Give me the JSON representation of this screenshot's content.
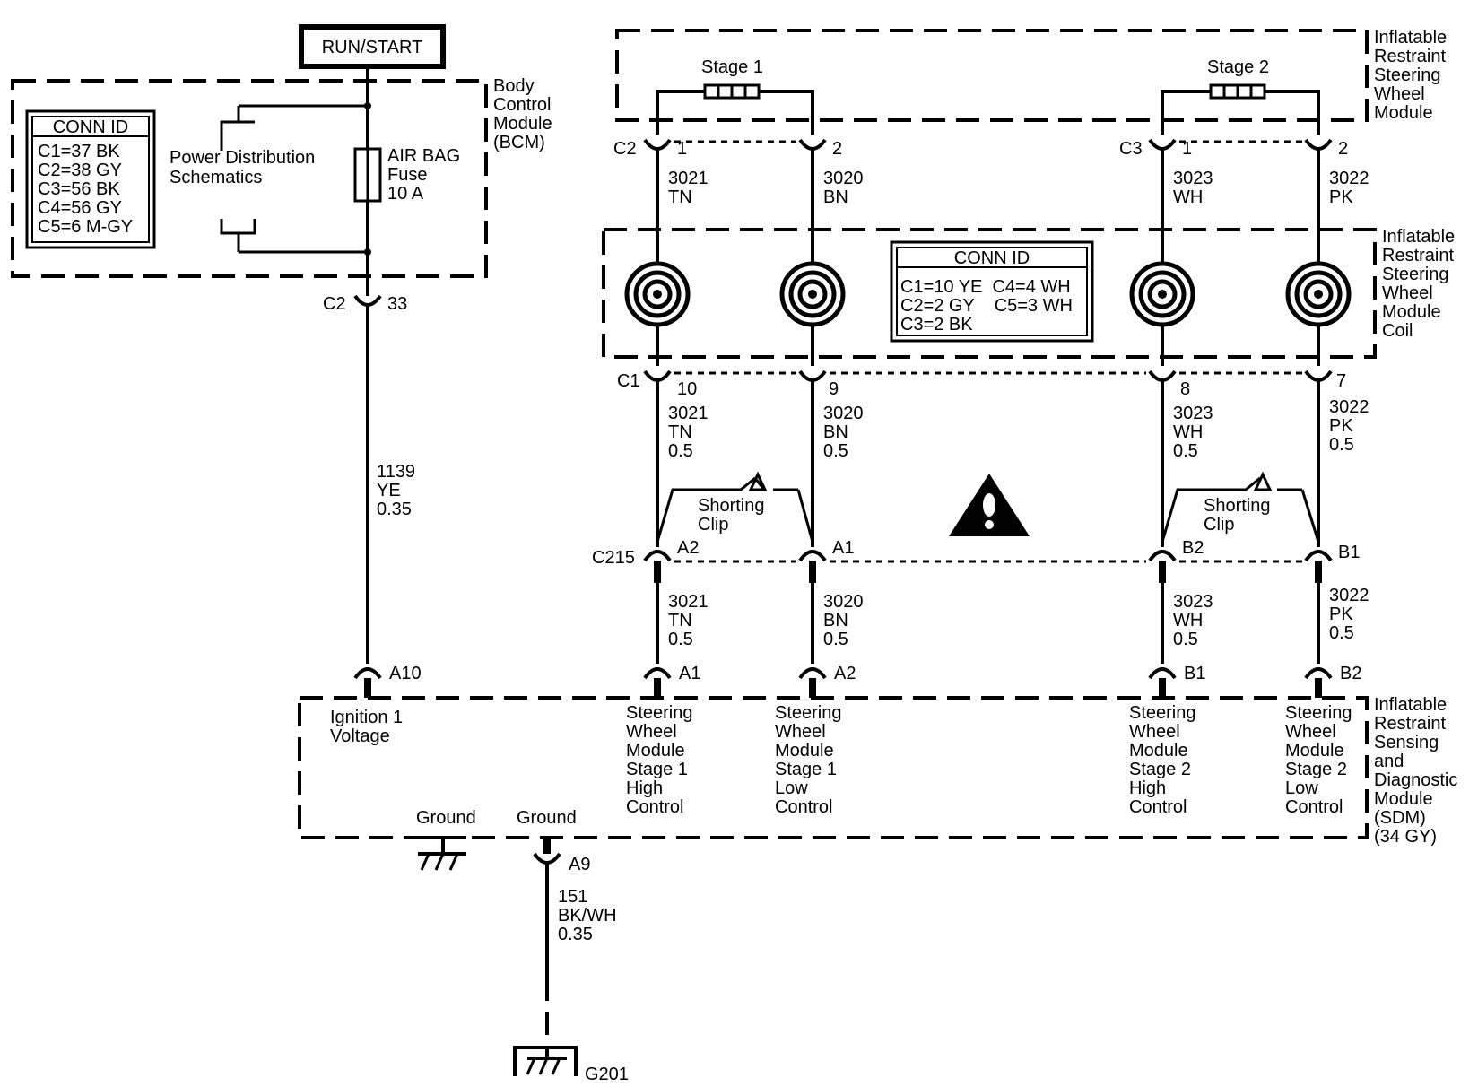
{
  "power": {
    "run_start": "RUN/START"
  },
  "bcm": {
    "label_lines": [
      "Body",
      "Control",
      "Module",
      "(BCM)"
    ],
    "conn_id_title": "CONN ID",
    "conn_id_lines": [
      "C1=37 BK",
      "C2=38 GY",
      "C3=56 BK",
      "C4=56 GY",
      "C5=6 M-GY"
    ],
    "pds_lines": [
      "Power Distribution",
      "Schematics"
    ],
    "fuse_lines": [
      "AIR BAG",
      "Fuse",
      "10 A"
    ],
    "conn": "C2",
    "pin": "33"
  },
  "ign_wire": {
    "lines": [
      "1139",
      "YE",
      "0.35"
    ]
  },
  "steering_module": {
    "label_lines": [
      "Inflatable",
      "Restraint",
      "Steering",
      "Wheel",
      "Module"
    ],
    "stage1": "Stage 1",
    "stage2": "Stage 2",
    "conn_c2": "C2",
    "conn_c3": "C3",
    "pins": [
      "1",
      "2",
      "1",
      "2"
    ]
  },
  "upper_wires": [
    {
      "lines": [
        "3021",
        "TN"
      ]
    },
    {
      "lines": [
        "3020",
        "BN"
      ]
    },
    {
      "lines": [
        "3023",
        "WH"
      ]
    },
    {
      "lines": [
        "3022",
        "PK"
      ]
    }
  ],
  "coil": {
    "label_lines": [
      "Inflatable",
      "Restraint",
      "Steering",
      "Wheel",
      "Module",
      "Coil"
    ],
    "conn_id_title": "CONN ID",
    "conn_id_lines": [
      "C1=10 YE  C4=4 WH",
      "C2=2 GY    C5=3 WH",
      "C3=2 BK"
    ],
    "conn": "C1",
    "pins": [
      "10",
      "9",
      "8",
      "7"
    ]
  },
  "middle_wires": [
    {
      "lines": [
        "3021",
        "TN",
        "0.5"
      ]
    },
    {
      "lines": [
        "3020",
        "BN",
        "0.5"
      ]
    },
    {
      "lines": [
        "3023",
        "WH",
        "0.5"
      ]
    },
    {
      "lines": [
        "3022",
        "PK",
        "0.5"
      ]
    }
  ],
  "c215": {
    "conn": "C215",
    "pins": [
      "A2",
      "A1",
      "B2",
      "B1"
    ],
    "shorting_clip_lines": [
      "Shorting",
      "Clip"
    ]
  },
  "lower_wires": [
    {
      "lines": [
        "3021",
        "TN",
        "0.5"
      ]
    },
    {
      "lines": [
        "3020",
        "BN",
        "0.5"
      ]
    },
    {
      "lines": [
        "3023",
        "WH",
        "0.5"
      ]
    },
    {
      "lines": [
        "3022",
        "PK",
        "0.5"
      ]
    }
  ],
  "sdm": {
    "label_lines": [
      "Inflatable",
      "Restraint",
      "Sensing",
      "and",
      "Diagnostic",
      "Module",
      "(SDM)",
      "(34 GY)"
    ],
    "pins": [
      "A10",
      "A1",
      "A2",
      "B1",
      "B2"
    ],
    "ignition_lines": [
      "Ignition 1",
      "Voltage"
    ],
    "functions": [
      {
        "lines": [
          "Steering",
          "Wheel",
          "Module",
          "Stage 1",
          "High",
          "Control"
        ]
      },
      {
        "lines": [
          "Steering",
          "Wheel",
          "Module",
          "Stage 1",
          "Low",
          "Control"
        ]
      },
      {
        "lines": [
          "Steering",
          "Wheel",
          "Module",
          "Stage 2",
          "High",
          "Control"
        ]
      },
      {
        "lines": [
          "Steering",
          "Wheel",
          "Module",
          "Stage 2",
          "Low",
          "Control"
        ]
      }
    ],
    "ground1": "Ground",
    "ground2": "Ground",
    "ground_pin": "A9"
  },
  "ground_wire": {
    "lines": [
      "151",
      "BK/WH",
      "0.35"
    ]
  },
  "ground_point": "G201",
  "warning_icon": "caution-triangle-icon"
}
